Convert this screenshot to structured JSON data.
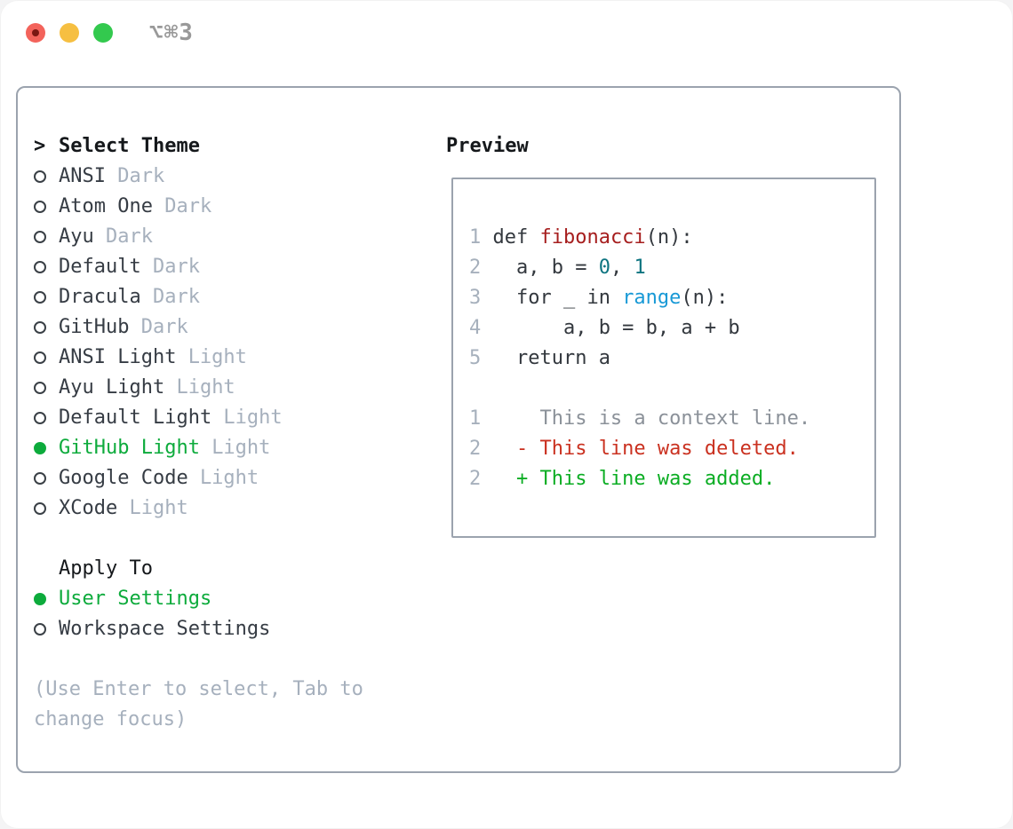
{
  "window": {
    "title": "⌥⌘3",
    "traffic_lights": [
      {
        "name": "close-button"
      },
      {
        "name": "minimize-button"
      },
      {
        "name": "zoom-button"
      }
    ]
  },
  "theme_list": {
    "header": {
      "prompt": ">",
      "label": "Select Theme"
    },
    "items": [
      {
        "name": "ANSI",
        "variant": "Dark",
        "selected": false
      },
      {
        "name": "Atom One",
        "variant": "Dark",
        "selected": false
      },
      {
        "name": "Ayu",
        "variant": "Dark",
        "selected": false
      },
      {
        "name": "Default",
        "variant": "Dark",
        "selected": false
      },
      {
        "name": "Dracula",
        "variant": "Dark",
        "selected": false
      },
      {
        "name": "GitHub",
        "variant": "Dark",
        "selected": false
      },
      {
        "name": "ANSI Light",
        "variant": "Light",
        "selected": false
      },
      {
        "name": "Ayu Light",
        "variant": "Light",
        "selected": false
      },
      {
        "name": "Default Light",
        "variant": "Light",
        "selected": false
      },
      {
        "name": "GitHub Light",
        "variant": "Light",
        "selected": true
      },
      {
        "name": "Google Code",
        "variant": "Light",
        "selected": false
      },
      {
        "name": "XCode",
        "variant": "Light",
        "selected": false
      }
    ]
  },
  "apply_to": {
    "label": "Apply To",
    "options": [
      {
        "name": "User Settings",
        "selected": true
      },
      {
        "name": "Workspace Settings",
        "selected": false
      }
    ]
  },
  "help_text": "(Use Enter to select, Tab to change focus)",
  "preview": {
    "label": "Preview",
    "lines": [
      {
        "num": "1",
        "segments": [
          {
            "text": "def ",
            "color": "default"
          },
          {
            "text": "fibonacci",
            "color": "function"
          },
          {
            "text": "(n):",
            "color": "default"
          }
        ]
      },
      {
        "num": "2",
        "segments": [
          {
            "text": "  a, b = ",
            "color": "default"
          },
          {
            "text": "0",
            "color": "number"
          },
          {
            "text": ", ",
            "color": "default"
          },
          {
            "text": "1",
            "color": "number"
          }
        ]
      },
      {
        "num": "3",
        "segments": [
          {
            "text": "  for _ in ",
            "color": "default"
          },
          {
            "text": "range",
            "color": "builtin"
          },
          {
            "text": "(n):",
            "color": "default"
          }
        ]
      },
      {
        "num": "4",
        "segments": [
          {
            "text": "      a, b = b, a + b",
            "color": "default"
          }
        ]
      },
      {
        "num": "5",
        "segments": [
          {
            "text": "  return a",
            "color": "default"
          }
        ]
      },
      {
        "num": "",
        "segments": []
      },
      {
        "num": "1",
        "segments": [
          {
            "text": "    This is a context line.",
            "color": "context"
          }
        ]
      },
      {
        "num": "2",
        "segments": [
          {
            "text": "  - This line was deleted.",
            "color": "deleted"
          }
        ]
      },
      {
        "num": "2",
        "segments": [
          {
            "text": "  + This line was added.",
            "color": "added"
          }
        ]
      }
    ]
  },
  "colors": {
    "accent-green": "#0dab3c",
    "text-dark": "#363c44",
    "header-black": "#15181b",
    "muted-gray": "#a6b0bd",
    "border-gray": "#9ba3ae",
    "title-gray": "#999999",
    "code-default": "#33383e",
    "code-function": "#a61e1e",
    "code-number": "#0d7480",
    "code-builtin": "#1899d6",
    "line-number": "#a6b0bc",
    "diff-context": "#8b9199",
    "diff-deleted": "#ca3120",
    "diff-added": "#0bad23",
    "light-red": "#f3635b",
    "light-yellow": "#f6bf41",
    "light-green": "#33c94e"
  }
}
